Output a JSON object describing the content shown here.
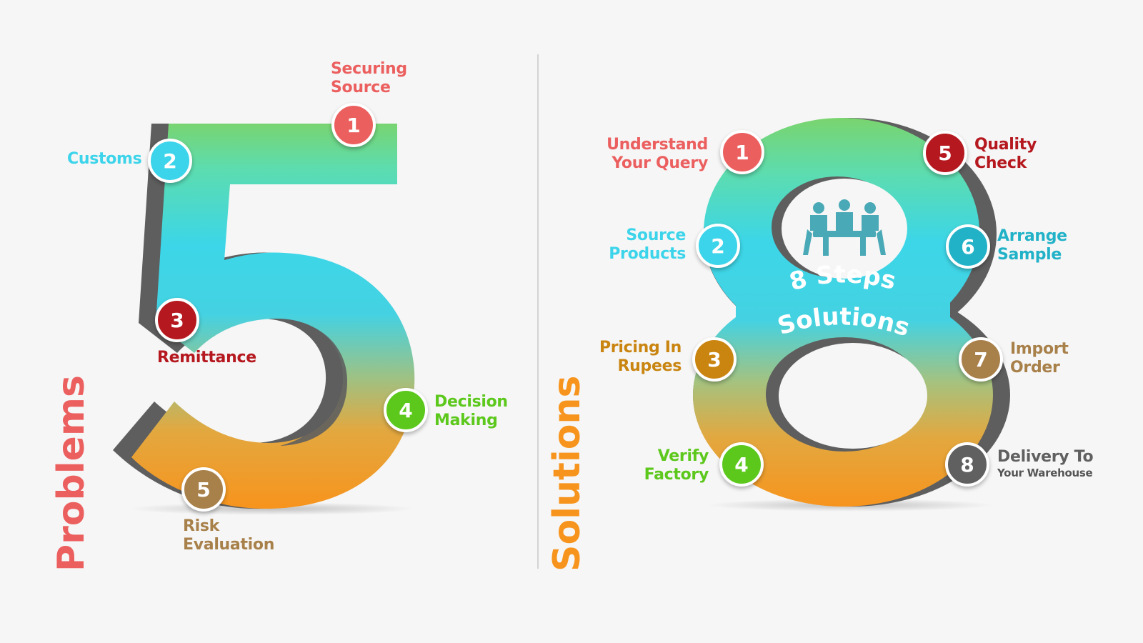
{
  "colors": {
    "red": "#ec5f5f",
    "cyan": "#3cd4ea",
    "darkred": "#b5181e",
    "green": "#5cc81c",
    "brown": "#a8804a",
    "teal": "#22b2c8",
    "gold": "#c98510",
    "gray": "#606060",
    "orange": "#f7941d"
  },
  "problems": {
    "heading": "Problems",
    "digit": "5",
    "items": [
      {
        "number": "1",
        "line1": "Securing",
        "line2": "Source"
      },
      {
        "number": "2",
        "line1": "Customs",
        "line2": ""
      },
      {
        "number": "3",
        "line1": "Remittance",
        "line2": ""
      },
      {
        "number": "4",
        "line1": "Decision",
        "line2": "Making"
      },
      {
        "number": "5",
        "line1": "Risk",
        "line2": "Evaluation"
      }
    ]
  },
  "solutions": {
    "heading": "Solutions",
    "digit": "8",
    "center_line1": "8 Steps",
    "center_line2": "Solutions",
    "center_icon": "meeting-table-icon",
    "items": [
      {
        "number": "1",
        "line1": "Understand",
        "line2": "Your Query"
      },
      {
        "number": "2",
        "line1": "Source",
        "line2": "Products"
      },
      {
        "number": "3",
        "line1": "Pricing In",
        "line2": "Rupees"
      },
      {
        "number": "4",
        "line1": "Verify",
        "line2": "Factory"
      },
      {
        "number": "5",
        "line1": "Quality",
        "line2": "Check"
      },
      {
        "number": "6",
        "line1": "Arrange",
        "line2": "Sample"
      },
      {
        "number": "7",
        "line1": "Import",
        "line2": "Order"
      },
      {
        "number": "8",
        "line1": "Delivery To",
        "line2": "Your Warehouse"
      }
    ]
  }
}
